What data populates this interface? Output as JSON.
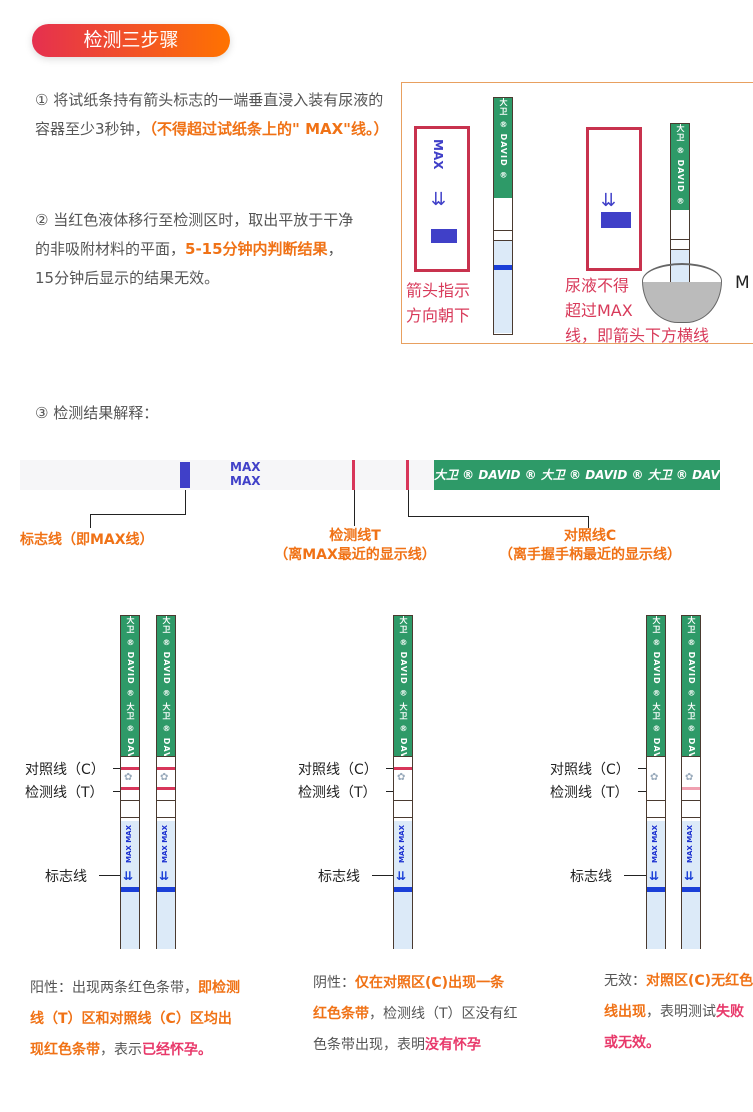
{
  "header": {
    "title": "检测三步骤"
  },
  "steps": [
    {
      "num": "①",
      "text": "将试纸条持有箭头标志的一端垂直浸入装有尿液的容器至少3秒钟，",
      "highlight": "（不得超过试纸条上的\" MAX\"线。）"
    },
    {
      "num": "②",
      "text": "当红色液体移行至检测区时，取出平放于干净的非吸附材料的平面，",
      "highlight": "5-15分钟内判断结果",
      "tail": "，15分钟后显示的结果无效。"
    },
    {
      "num": "③",
      "text": "检测结果解释："
    }
  ],
  "illustration": {
    "left_caption": [
      "箭头指示",
      "方向朝下"
    ],
    "right_caption": [
      "尿液不得",
      "超过MAX",
      "线，即箭头下方横线"
    ],
    "cup_label": "M",
    "strip_brand": "大卫 ® DAVID ®",
    "max_text": "MAX"
  },
  "diagram": {
    "brand_text": "大卫 ® DAVID ® 大卫 ® DAVID ® 大卫 ® DAVID ®",
    "max_text": "MAX",
    "labels": {
      "max_line": "标志线（即MAX线）",
      "test_line": "检测线T",
      "test_note": "（离MAX最近的显示线）",
      "control_line": "对照线C",
      "control_note": "（离手握手柄最近的显示线）"
    }
  },
  "strip_labels": {
    "control": "对照线（C）",
    "test": "检测线（T）",
    "max": "标志线"
  },
  "results": [
    {
      "strips": [
        {
          "control": true,
          "test": true
        },
        {
          "control": true,
          "test": true
        }
      ],
      "parts": [
        {
          "t": "阳性：出现两条红色条带，",
          "c": ""
        },
        {
          "t": "即检测线（T）区和对照线（C）区均出现红色条带",
          "c": "or"
        },
        {
          "t": "，表示",
          "c": ""
        },
        {
          "t": "已经怀孕。",
          "c": "pk"
        }
      ]
    },
    {
      "strips": [
        {
          "control": true,
          "test": false
        }
      ],
      "parts": [
        {
          "t": "阴性：",
          "c": ""
        },
        {
          "t": "仅在对照区(C)出现一条红色条带",
          "c": "or"
        },
        {
          "t": "，检测线（T）区没有红色条带出现，表明",
          "c": ""
        },
        {
          "t": "没有怀孕",
          "c": "pk"
        }
      ]
    },
    {
      "strips": [
        {
          "control": false,
          "test": false
        },
        {
          "control": false,
          "test": true
        }
      ],
      "parts": [
        {
          "t": "无效：",
          "c": ""
        },
        {
          "t": "对照区(C)无红色线出现",
          "c": "or"
        },
        {
          "t": "，表明测试",
          "c": ""
        },
        {
          "t": "失败或无效。",
          "c": "pk"
        }
      ]
    }
  ],
  "colors": {
    "accent_orange": "#f07216",
    "accent_pink": "#e8386a",
    "strip_green": "#2e9a68",
    "max_blue": "#1a3fd8",
    "line_red": "#d8365a"
  }
}
